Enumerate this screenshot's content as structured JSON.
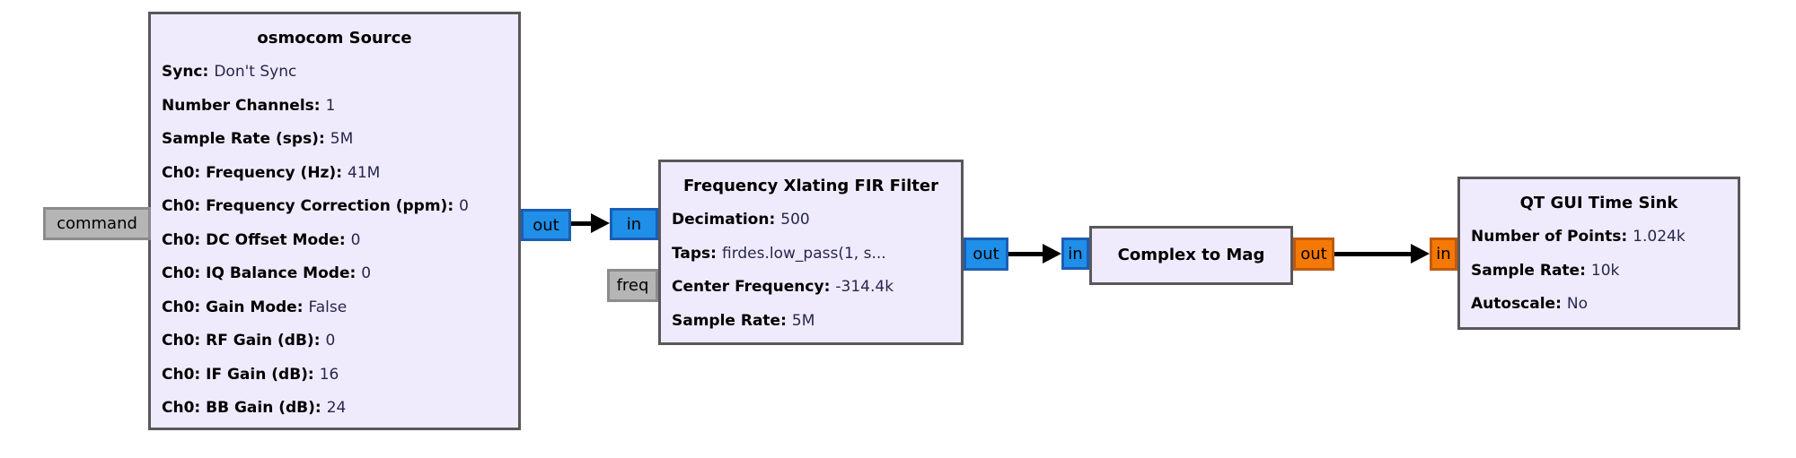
{
  "colors": {
    "canvas_bg": "#FFFFFF",
    "block_bg": "#F0EBFC",
    "block_border": "#58585B",
    "complex_port": "#1F8FE8",
    "float_port": "#F57905",
    "message_port": "#B5B5B5",
    "connection": "#000000"
  },
  "blocks": [
    {
      "id": "osmocom_source",
      "title": "osmocom Source",
      "params": [
        {
          "name": "Sync",
          "value": "Don't Sync"
        },
        {
          "name": "Number Channels",
          "value": "1"
        },
        {
          "name": "Sample Rate (sps)",
          "value": "5M"
        },
        {
          "name": "Ch0: Frequency (Hz)",
          "value": "41M"
        },
        {
          "name": "Ch0: Frequency Correction (ppm)",
          "value": "0"
        },
        {
          "name": "Ch0: DC Offset Mode",
          "value": "0"
        },
        {
          "name": "Ch0: IQ Balance Mode",
          "value": "0"
        },
        {
          "name": "Ch0: Gain Mode",
          "value": "False"
        },
        {
          "name": "Ch0: RF Gain (dB)",
          "value": "0"
        },
        {
          "name": "Ch0: IF Gain (dB)",
          "value": "16"
        },
        {
          "name": "Ch0: BB Gain (dB)",
          "value": "24"
        }
      ]
    },
    {
      "id": "freq_xlating_fir_filter",
      "title": "Frequency Xlating FIR Filter",
      "params": [
        {
          "name": "Decimation",
          "value": "500"
        },
        {
          "name": "Taps",
          "value": "firdes.low_pass(1, s..."
        },
        {
          "name": "Center Frequency",
          "value": "-314.4k"
        },
        {
          "name": "Sample Rate",
          "value": "5M"
        }
      ]
    },
    {
      "id": "complex_to_mag",
      "title": "Complex to Mag",
      "params": []
    },
    {
      "id": "qtgui_time_sink",
      "title": "QT GUI Time Sink",
      "params": [
        {
          "name": "Number of Points",
          "value": "1.024k"
        },
        {
          "name": "Sample Rate",
          "value": "10k"
        },
        {
          "name": "Autoscale",
          "value": "No"
        }
      ]
    }
  ],
  "ports": [
    {
      "label": "command",
      "type": "message",
      "block": "osmocom_source"
    },
    {
      "label": "out",
      "type": "complex",
      "block": "osmocom_source"
    },
    {
      "label": "in",
      "type": "complex",
      "block": "freq_xlating_fir_filter"
    },
    {
      "label": "freq",
      "type": "message",
      "block": "freq_xlating_fir_filter"
    },
    {
      "label": "out",
      "type": "complex",
      "block": "freq_xlating_fir_filter"
    },
    {
      "label": "in",
      "type": "complex",
      "block": "complex_to_mag"
    },
    {
      "label": "out",
      "type": "float",
      "block": "complex_to_mag"
    },
    {
      "label": "in",
      "type": "float",
      "block": "qtgui_time_sink"
    }
  ],
  "connections": [
    {
      "from": "osmocom_source.out",
      "to": "freq_xlating_fir_filter.in"
    },
    {
      "from": "freq_xlating_fir_filter.out",
      "to": "complex_to_mag.in"
    },
    {
      "from": "complex_to_mag.out",
      "to": "qtgui_time_sink.in"
    }
  ]
}
